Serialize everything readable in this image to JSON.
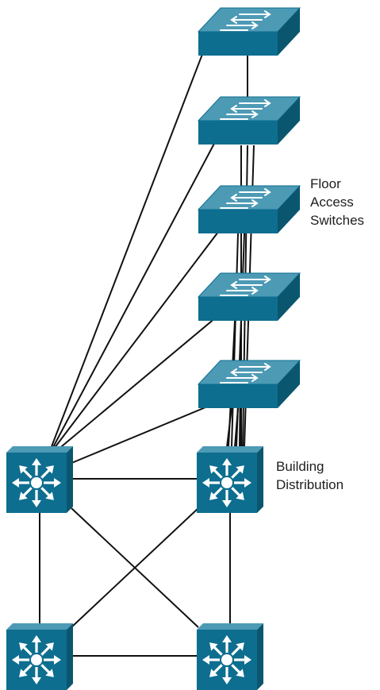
{
  "labels": {
    "floor_access": [
      "Floor",
      "Access",
      "Switches"
    ],
    "building_distribution": [
      "Building",
      "Distribution"
    ]
  },
  "colors": {
    "device_face": "#0d6e8f",
    "device_top": "#4d9ab5",
    "device_side": "#0a566f",
    "device_glyph": "#ffffff",
    "link": "#111111"
  },
  "devices": {
    "access_switches": [
      "access-switch",
      "access-switch",
      "access-switch",
      "access-switch",
      "access-switch"
    ],
    "multilayer_switches": [
      "distribution-switch-left",
      "distribution-switch-right",
      "core-switch-left",
      "core-switch-right"
    ]
  },
  "icons": {
    "access_switch": "workgroup-switch-icon",
    "multilayer_switch": "multilayer-switch-icon"
  }
}
